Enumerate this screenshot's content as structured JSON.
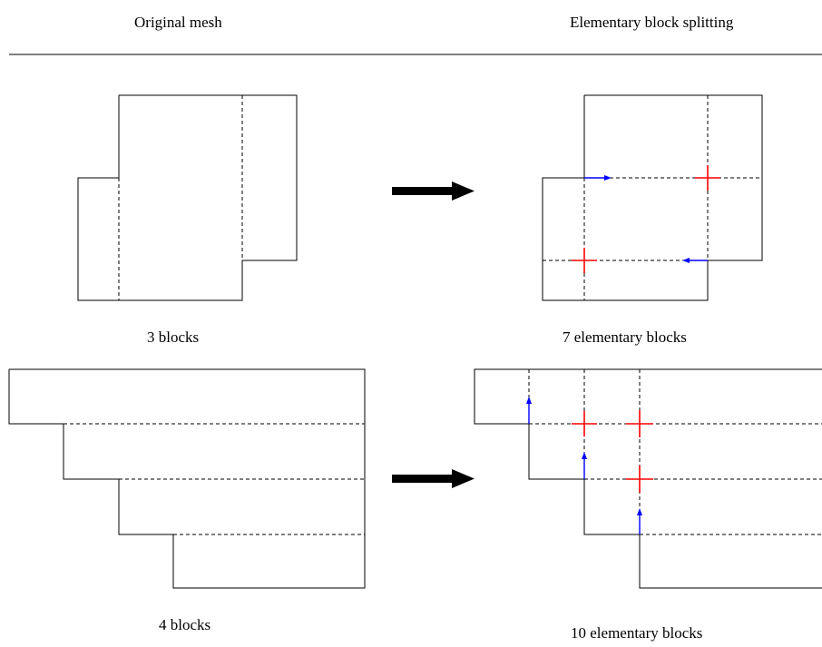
{
  "headers": {
    "left": "Original mesh",
    "right": "Elementary block splitting"
  },
  "captions": {
    "top_left": "3 blocks",
    "top_right": "7 elementary blocks",
    "bottom_left": "4 blocks",
    "bottom_right": "10 elementary blocks"
  },
  "colors": {
    "line": "#000000",
    "split_marker": "#ff0000",
    "propagation_arrow": "#0000ff",
    "transform_arrow": "#000000"
  }
}
